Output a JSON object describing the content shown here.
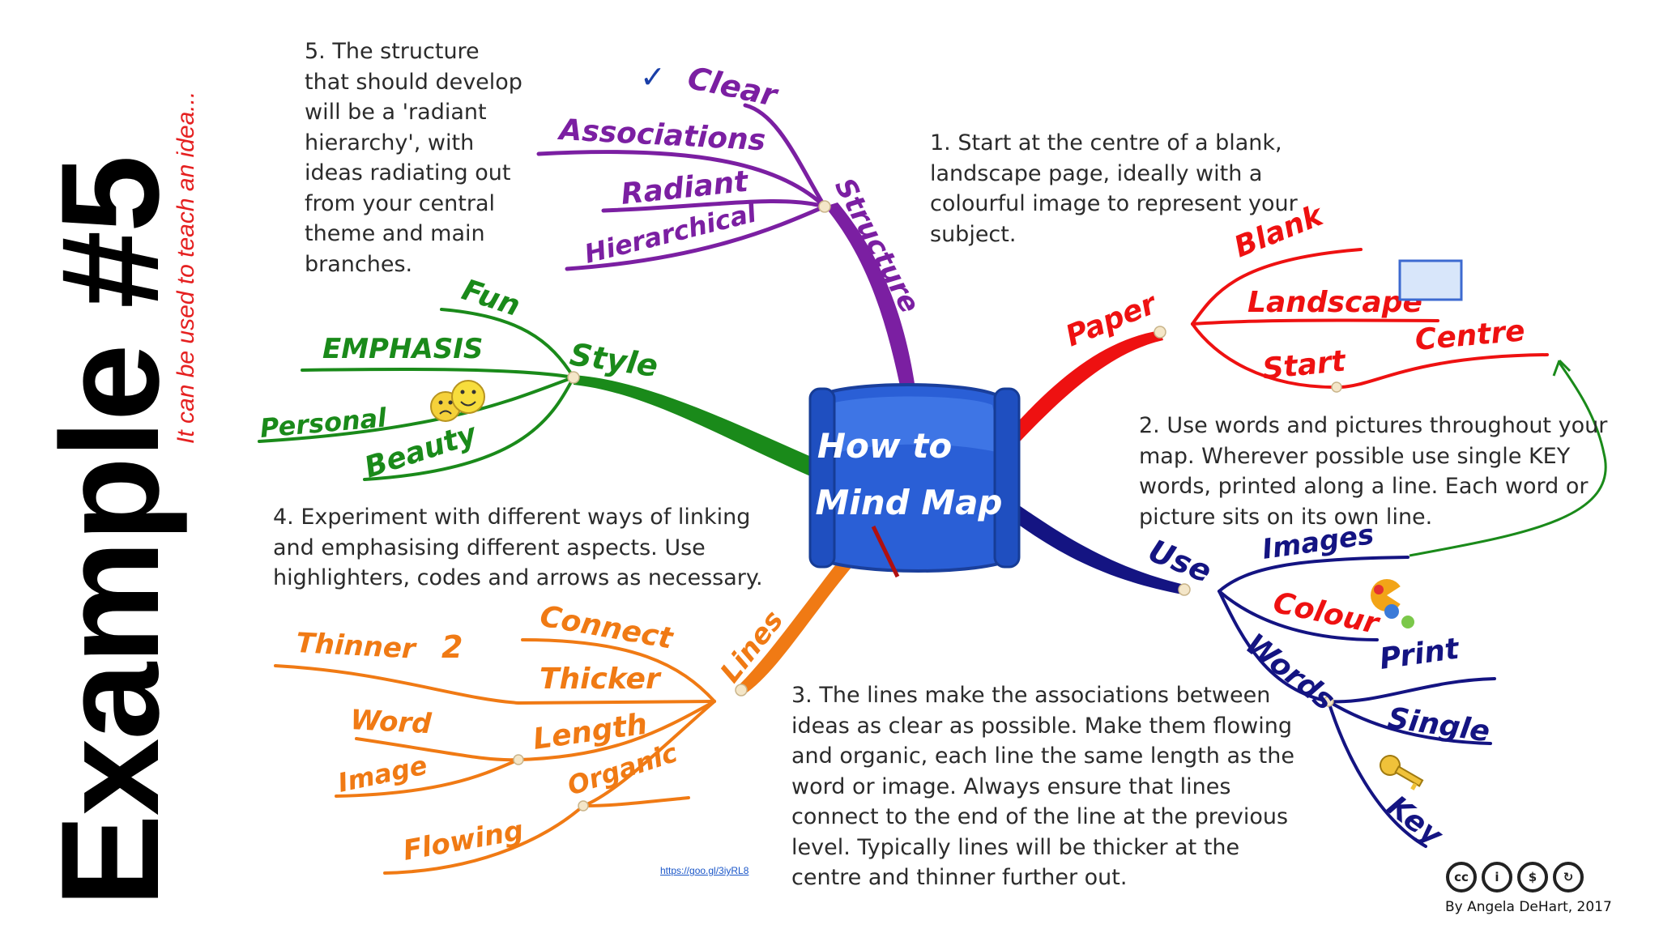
{
  "side": {
    "title": "Example #5",
    "subtitle": "It can be used to teach an idea..."
  },
  "center": {
    "line1": "How to",
    "line2": "Mind Map"
  },
  "notes": {
    "n1": [
      "1. Start at the centre of a blank,",
      "landscape page, ideally with a",
      "colourful image to represent your",
      "subject."
    ],
    "n2": [
      "2. Use words and pictures throughout your",
      "map. Wherever possible use single KEY",
      "words, printed along a line. Each word or",
      "picture sits on its own line."
    ],
    "n3": [
      "3. The lines make the associations between",
      "ideas as clear as possible. Make them flowing",
      "and organic, each line the same length as the",
      "word or image. Always ensure that lines",
      "connect to the end of the line at the previous",
      "level. Typically lines will be thicker at the",
      "centre and thinner further out."
    ],
    "n4": [
      "4. Experiment with different ways of linking",
      "and emphasising different aspects. Use",
      "highlighters, codes and arrows as necessary."
    ],
    "n5": [
      "5. The structure",
      "that should develop",
      "will be a 'radiant",
      "hierarchy', with",
      "ideas radiating out",
      "from your central",
      "theme and main",
      "branches."
    ]
  },
  "branches": {
    "structure": {
      "label": "Structure",
      "color": "#7b1fa2",
      "children": [
        "Clear",
        "Associations",
        "Radiant",
        "Hierarchical"
      ],
      "check": "✓"
    },
    "paper": {
      "label": "Paper",
      "color": "#ee1111",
      "children": [
        "Blank",
        "Landscape",
        "Start",
        "Centre"
      ]
    },
    "use": {
      "label": "Use",
      "color": "#141482",
      "children": [
        "Images",
        "Colour"
      ],
      "words": {
        "label": "Words",
        "children": [
          "Print",
          "Single",
          "Key"
        ]
      }
    },
    "style": {
      "label": "Style",
      "color": "#1a8a1a",
      "children": [
        "Fun",
        "EMPHASIS",
        "Personal",
        "Beauty"
      ]
    },
    "lines": {
      "label": "Lines",
      "color": "#f07a14",
      "children": [
        "Connect",
        "Thicker",
        "Length",
        "Organic"
      ],
      "thicker_children": [
        "Thinner",
        "2"
      ],
      "length_children": [
        "Word",
        "Image"
      ],
      "organic_children": [
        "Flowing"
      ]
    }
  },
  "link": "https://goo.gl/3iyRL8",
  "license_icons": [
    "cc",
    "by",
    "nc",
    "sa"
  ],
  "credit": "By Angela DeHart, 2017",
  "icons": [
    "smiley-faces-icon",
    "palette-icon",
    "key-icon",
    "check-icon",
    "picture-frame-icon",
    "pencil-icon"
  ]
}
